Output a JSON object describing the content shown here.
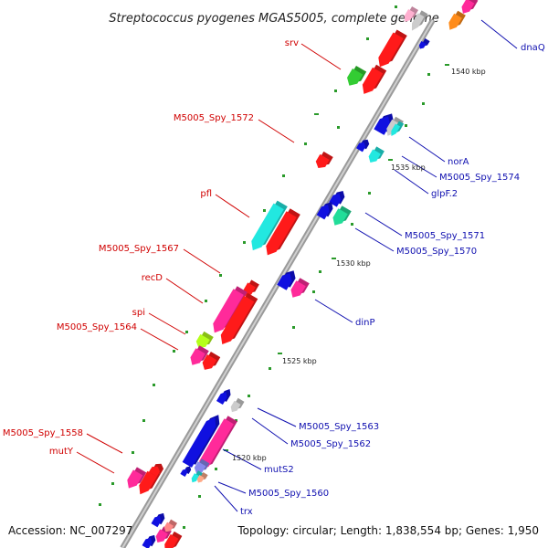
{
  "title": "Streptococcus pyogenes MGAS5005, complete genome",
  "footer": {
    "accession": "Accession: NC_007297",
    "topology": "Topology: circular; Length: 1,838,554 bp; Genes: 1,950"
  },
  "ticks": [
    "1540 kbp",
    "1535 kbp",
    "1530 kbp",
    "1525 kbp",
    "1520 kbp"
  ],
  "genes_left": [
    "srv",
    "M5005_Spy_1572",
    "pfl",
    "M5005_Spy_1567",
    "recD",
    "spi",
    "M5005_Spy_1564",
    "M5005_Spy_1558",
    "mutY"
  ],
  "genes_right": [
    "dnaQ",
    "norA",
    "M5005_Spy_1574",
    "glpF.2",
    "M5005_Spy_1571",
    "M5005_Spy_1570",
    "dinP",
    "M5005_Spy_1563",
    "M5005_Spy_1562",
    "mutS2",
    "M5005_Spy_1560",
    "trx"
  ],
  "colors": {
    "red": "#ff1a1a",
    "pink": "#ff2a9a",
    "blue": "#1010e0",
    "cyan": "#22e8e0",
    "green": "#33cc33",
    "orange": "#ff8c1a",
    "gray": "#cccccc",
    "lime": "#b5ff1a",
    "backbone": "#999999",
    "label_left": "#d00000",
    "label_right": "#1010b0"
  }
}
